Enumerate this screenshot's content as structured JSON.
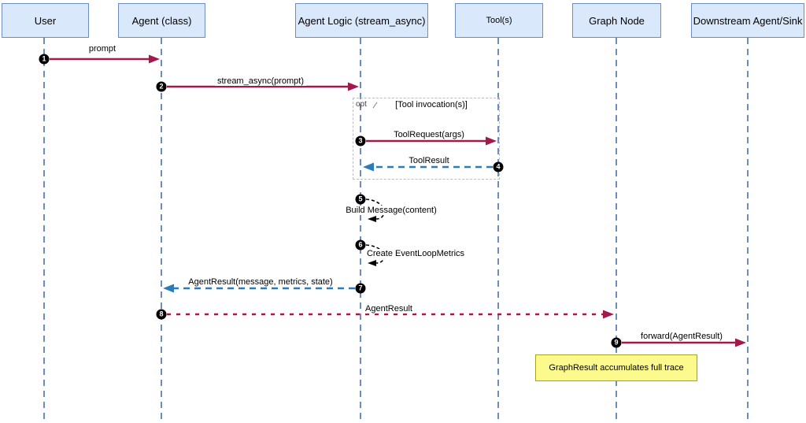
{
  "diagram": {
    "type": "sequence-diagram",
    "actors": [
      {
        "label": "User"
      },
      {
        "label": "Agent (class)"
      },
      {
        "label": "Agent Logic (stream_async)"
      },
      {
        "label": "Tool(s)"
      },
      {
        "label": "Graph Node"
      },
      {
        "label": "Downstream Agent/Sink"
      }
    ],
    "messages": [
      {
        "num": "1",
        "label": "prompt",
        "from": "User",
        "to": "Agent (class)",
        "style": "solid"
      },
      {
        "num": "2",
        "label": "stream_async(prompt)",
        "from": "Agent (class)",
        "to": "Agent Logic (stream_async)",
        "style": "solid"
      },
      {
        "num": "3",
        "label": "ToolRequest(args)",
        "from": "Agent Logic (stream_async)",
        "to": "Tool(s)",
        "style": "solid"
      },
      {
        "num": "4",
        "label": "ToolResult",
        "from": "Tool(s)",
        "to": "Agent Logic (stream_async)",
        "style": "dashed-return"
      },
      {
        "num": "5",
        "label": "Build Message(content)",
        "from": "Agent Logic (stream_async)",
        "to": "Agent Logic (stream_async)",
        "style": "self"
      },
      {
        "num": "6",
        "label": "Create EventLoopMetrics",
        "from": "Agent Logic (stream_async)",
        "to": "Agent Logic (stream_async)",
        "style": "self"
      },
      {
        "num": "7",
        "label": "AgentResult(message, metrics, state)",
        "from": "Agent Logic (stream_async)",
        "to": "Agent (class)",
        "style": "dashed-return"
      },
      {
        "num": "8",
        "label": "AgentResult",
        "from": "Agent (class)",
        "to": "Graph Node",
        "style": "dashed"
      },
      {
        "num": "9",
        "label": "forward(AgentResult)",
        "from": "Graph Node",
        "to": "Downstream Agent/Sink",
        "style": "solid"
      }
    ],
    "fragment": {
      "operator": "opt",
      "guard": "[Tool invocation(s)]"
    },
    "note": {
      "text": "GraphResult accumulates full trace"
    },
    "colors": {
      "actor_fill": "#dae8fc",
      "actor_border": "#6c8ebf",
      "lifeline": "#6c8ebf",
      "message_primary": "#a2194b",
      "message_return": "#2b7cb9",
      "self_message": "#000000",
      "fragment_border": "#bdbdbd",
      "note_fill": "#fcfa8d",
      "note_border": "#a8a219",
      "badge_fill": "#000000",
      "badge_text": "#ffffff"
    }
  }
}
